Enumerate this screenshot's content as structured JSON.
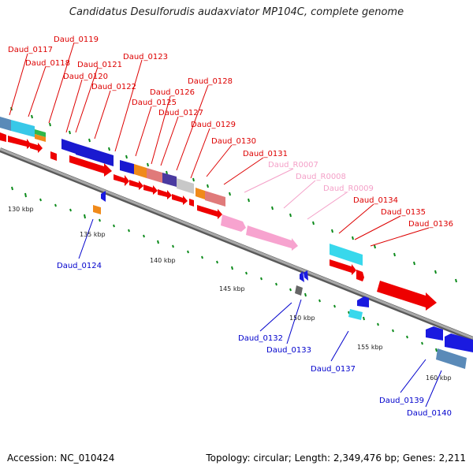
{
  "title": "Candidatus Desulforudis audaxviator MP104C, complete genome",
  "footer": {
    "accession": "Accession: NC_010424",
    "topology": "Topology: circular; Length: 2,349,476 bp; Genes: 2,211"
  },
  "colors": {
    "backbone": "#8a8a8a",
    "tick": "#0a8a1a",
    "cds_label": "#dd0000",
    "rna_label": "#f4a0c8",
    "other_label": "#0000cc"
  },
  "kbp_labels": [
    "130 kbp",
    "135 kbp",
    "140 kbp",
    "145 kbp",
    "150 kbp",
    "155 kbp",
    "160 kbp"
  ],
  "gene_labels_top": [
    "Daud_0117",
    "Daud_0118",
    "Daud_0119",
    "Daud_0120",
    "Daud_0121",
    "Daud_0122",
    "Daud_0123",
    "Daud_0125",
    "Daud_0126",
    "Daud_0127",
    "Daud_0128",
    "Daud_0129",
    "Daud_0130",
    "Daud_0131",
    "Daud_R0007",
    "Daud_R0008",
    "Daud_R0009",
    "Daud_0134",
    "Daud_0135",
    "Daud_0136"
  ],
  "gene_labels_bottom": [
    "Daud_0124",
    "Daud_0132",
    "Daud_0133",
    "Daud_0137",
    "Daud_0139",
    "Daud_0140"
  ]
}
